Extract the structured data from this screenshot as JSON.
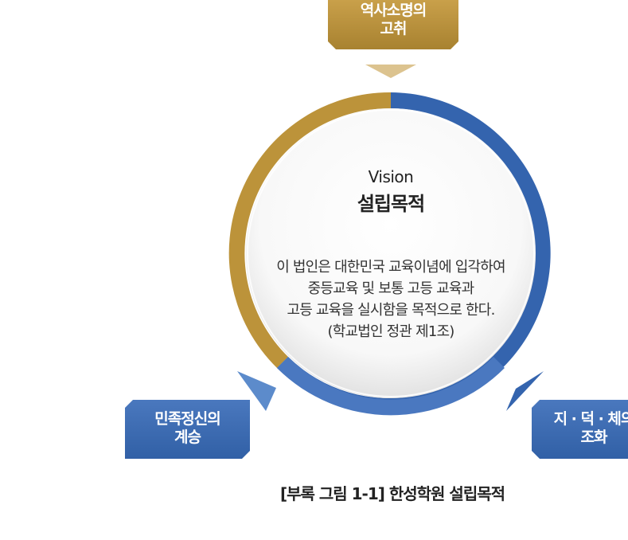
{
  "diagram": {
    "vision_label": "Vision",
    "center_title": "설립목적",
    "center_body_lines": [
      "이 법인은 대한민국 교육이념에 입각하여",
      "중등교육 및 보통 고등 교육과",
      "고등 교육을 실시함을 목적으로 한다.",
      "(학교법인 정관 제1조)"
    ],
    "nodes": {
      "top": {
        "lines": [
          "역사소명의",
          "고취"
        ]
      },
      "left": {
        "lines": [
          "민족정신의",
          "계승"
        ]
      },
      "right": {
        "lines": [
          "지 · 덕 · 체의",
          "조화"
        ]
      }
    },
    "caption": "[부록 그림 1-1] 한성학원 설립목적"
  },
  "colors": {
    "gold": "#BC933A",
    "gold_light": "#DCC38F",
    "blue": "#3464AE",
    "blue_light": "#5C8BCB",
    "text": "#222222"
  }
}
